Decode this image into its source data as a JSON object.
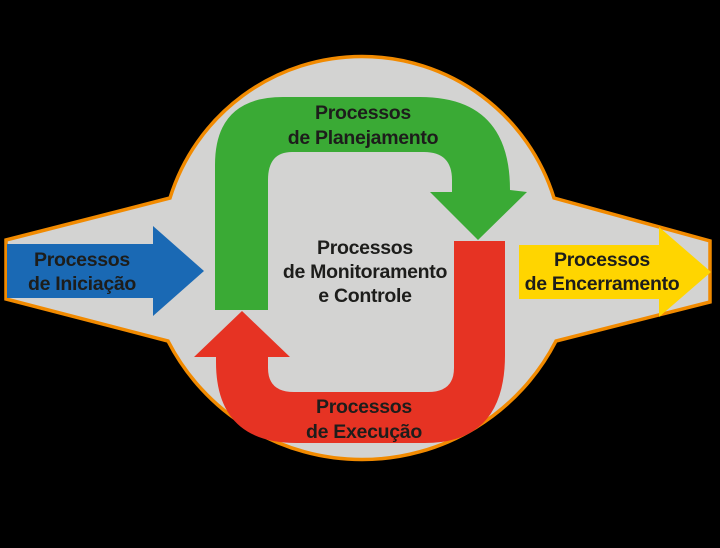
{
  "diagram": {
    "background": "#000000",
    "blob": {
      "fill": "#d3d3d2",
      "stroke": "#f18a00"
    },
    "text_color": "#1d1d1b",
    "labels": {
      "initiation": {
        "line1": "Processos",
        "line2": "de Iniciação"
      },
      "planning": {
        "line1": "Processos",
        "line2": "de Planejamento"
      },
      "monitoring": {
        "line1": "Processos",
        "line2": "de Monitoramento",
        "line3": "e Controle"
      },
      "execution": {
        "line1": "Processos",
        "line2": "de Execução"
      },
      "closing": {
        "line1": "Processos",
        "line2": "de Encerramento"
      }
    },
    "colors": {
      "initiation": "#1a69b4",
      "planning": "#3aaa35",
      "execution": "#e63323",
      "closing": "#ffd500"
    }
  }
}
